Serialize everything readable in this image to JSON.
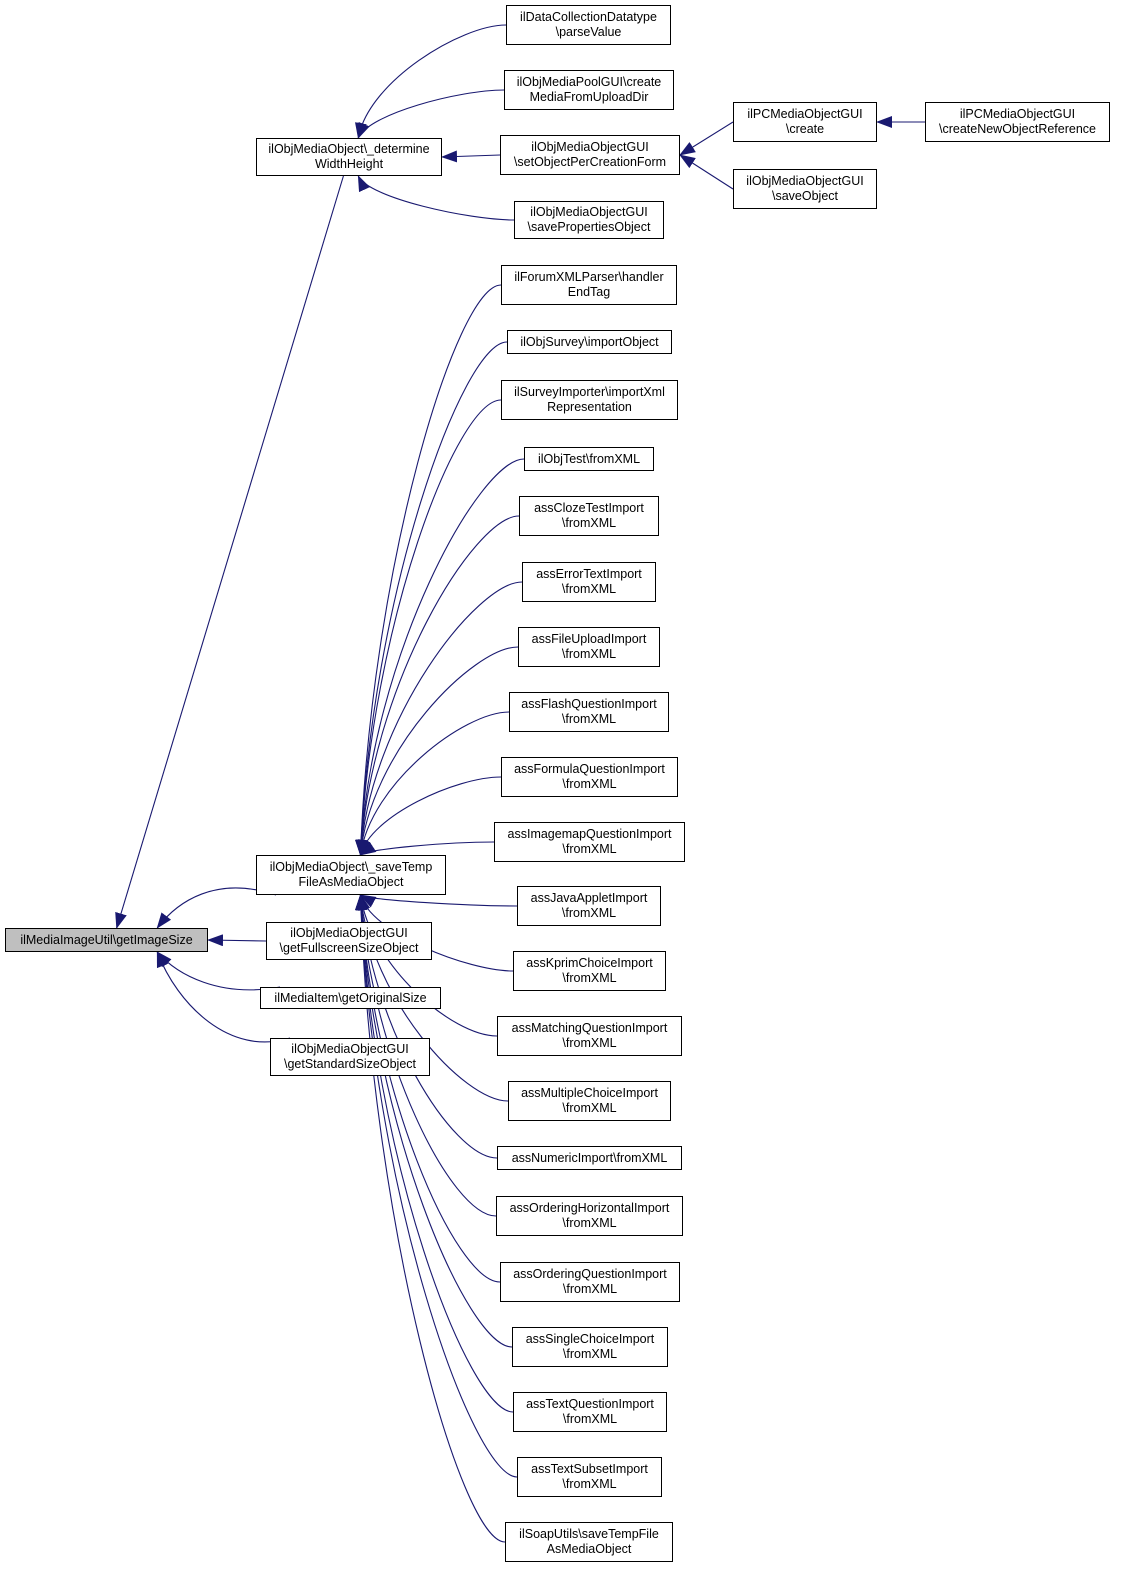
{
  "colors": {
    "edge": "#191970",
    "root_fill": "#bfbfbf",
    "node_fill": "#ffffff",
    "node_border": "#000000"
  },
  "nodes": [
    {
      "id": "n0",
      "lines": [
        "ilMediaImageUtil\\getImageSize"
      ]
    },
    {
      "id": "n1",
      "lines": [
        "ilObjMediaObject\\_determine",
        "WidthHeight"
      ]
    },
    {
      "id": "n2",
      "lines": [
        "ilObjMediaObject\\_saveTemp",
        "FileAsMediaObject"
      ]
    },
    {
      "id": "n3",
      "lines": [
        "ilObjMediaObjectGUI",
        "\\getFullscreenSizeObject"
      ]
    },
    {
      "id": "n4",
      "lines": [
        "ilMediaItem\\getOriginalSize"
      ]
    },
    {
      "id": "n5",
      "lines": [
        "ilObjMediaObjectGUI",
        "\\getStandardSizeObject"
      ]
    },
    {
      "id": "n6",
      "lines": [
        "ilDataCollectionDatatype",
        "\\parseValue"
      ]
    },
    {
      "id": "n7",
      "lines": [
        "ilObjMediaPoolGUI\\create",
        "MediaFromUploadDir"
      ]
    },
    {
      "id": "n8",
      "lines": [
        "ilObjMediaObjectGUI",
        "\\setObjectPerCreationForm"
      ]
    },
    {
      "id": "n9",
      "lines": [
        "ilObjMediaObjectGUI",
        "\\savePropertiesObject"
      ]
    },
    {
      "id": "n10",
      "lines": [
        "ilPCMediaObjectGUI",
        "\\create"
      ]
    },
    {
      "id": "n11",
      "lines": [
        "ilObjMediaObjectGUI",
        "\\saveObject"
      ]
    },
    {
      "id": "n12",
      "lines": [
        "ilPCMediaObjectGUI",
        "\\createNewObjectReference"
      ]
    },
    {
      "id": "n13",
      "lines": [
        "ilForumXMLParser\\handler",
        "EndTag"
      ]
    },
    {
      "id": "n14",
      "lines": [
        "ilObjSurvey\\importObject"
      ]
    },
    {
      "id": "n15",
      "lines": [
        "ilSurveyImporter\\importXml",
        "Representation"
      ]
    },
    {
      "id": "n16",
      "lines": [
        "ilObjTest\\fromXML"
      ]
    },
    {
      "id": "n17",
      "lines": [
        "assClozeTestImport",
        "\\fromXML"
      ]
    },
    {
      "id": "n18",
      "lines": [
        "assErrorTextImport",
        "\\fromXML"
      ]
    },
    {
      "id": "n19",
      "lines": [
        "assFileUploadImport",
        "\\fromXML"
      ]
    },
    {
      "id": "n20",
      "lines": [
        "assFlashQuestionImport",
        "\\fromXML"
      ]
    },
    {
      "id": "n21",
      "lines": [
        "assFormulaQuestionImport",
        "\\fromXML"
      ]
    },
    {
      "id": "n22",
      "lines": [
        "assImagemapQuestionImport",
        "\\fromXML"
      ]
    },
    {
      "id": "n23",
      "lines": [
        "assJavaAppletImport",
        "\\fromXML"
      ]
    },
    {
      "id": "n24",
      "lines": [
        "assKprimChoiceImport",
        "\\fromXML"
      ]
    },
    {
      "id": "n25",
      "lines": [
        "assMatchingQuestionImport",
        "\\fromXML"
      ]
    },
    {
      "id": "n26",
      "lines": [
        "assMultipleChoiceImport",
        "\\fromXML"
      ]
    },
    {
      "id": "n27",
      "lines": [
        "assNumericImport\\fromXML"
      ]
    },
    {
      "id": "n28",
      "lines": [
        "assOrderingHorizontalImport",
        "\\fromXML"
      ]
    },
    {
      "id": "n29",
      "lines": [
        "assOrderingQuestionImport",
        "\\fromXML"
      ]
    },
    {
      "id": "n30",
      "lines": [
        "assSingleChoiceImport",
        "\\fromXML"
      ]
    },
    {
      "id": "n31",
      "lines": [
        "assTextQuestionImport",
        "\\fromXML"
      ]
    },
    {
      "id": "n32",
      "lines": [
        "assTextSubsetImport",
        "\\fromXML"
      ]
    },
    {
      "id": "n33",
      "lines": [
        "ilSoapUtils\\saveTempFile",
        "AsMediaObject"
      ]
    }
  ],
  "edges": [
    {
      "from": "n1",
      "to": "n0"
    },
    {
      "from": "n2",
      "to": "n0"
    },
    {
      "from": "n3",
      "to": "n0"
    },
    {
      "from": "n4",
      "to": "n0"
    },
    {
      "from": "n5",
      "to": "n0"
    },
    {
      "from": "n6",
      "to": "n1"
    },
    {
      "from": "n7",
      "to": "n1"
    },
    {
      "from": "n8",
      "to": "n1"
    },
    {
      "from": "n9",
      "to": "n1"
    },
    {
      "from": "n10",
      "to": "n8"
    },
    {
      "from": "n11",
      "to": "n8"
    },
    {
      "from": "n12",
      "to": "n10"
    },
    {
      "from": "n13",
      "to": "n2"
    },
    {
      "from": "n14",
      "to": "n2"
    },
    {
      "from": "n15",
      "to": "n2"
    },
    {
      "from": "n16",
      "to": "n2"
    },
    {
      "from": "n17",
      "to": "n2"
    },
    {
      "from": "n18",
      "to": "n2"
    },
    {
      "from": "n19",
      "to": "n2"
    },
    {
      "from": "n20",
      "to": "n2"
    },
    {
      "from": "n21",
      "to": "n2"
    },
    {
      "from": "n22",
      "to": "n2"
    },
    {
      "from": "n23",
      "to": "n2"
    },
    {
      "from": "n24",
      "to": "n2"
    },
    {
      "from": "n25",
      "to": "n2"
    },
    {
      "from": "n26",
      "to": "n2"
    },
    {
      "from": "n27",
      "to": "n2"
    },
    {
      "from": "n28",
      "to": "n2"
    },
    {
      "from": "n29",
      "to": "n2"
    },
    {
      "from": "n30",
      "to": "n2"
    },
    {
      "from": "n31",
      "to": "n2"
    },
    {
      "from": "n32",
      "to": "n2"
    },
    {
      "from": "n33",
      "to": "n2"
    }
  ]
}
